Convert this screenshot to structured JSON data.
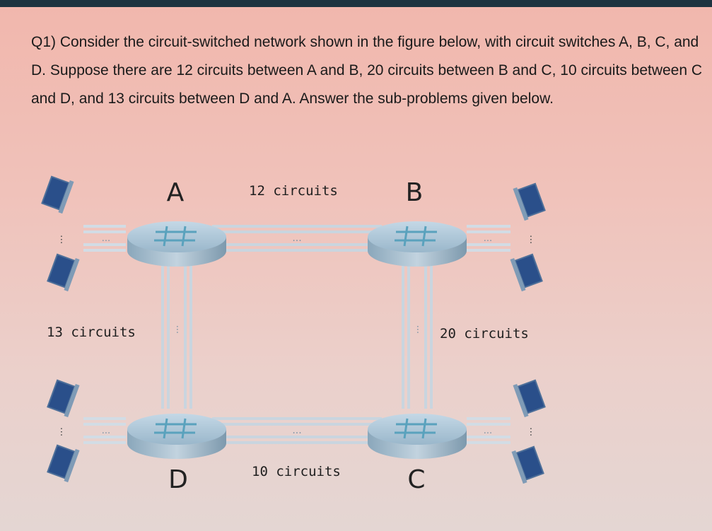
{
  "question": {
    "text": "Q1) Consider the circuit-switched network shown in the figure below, with circuit switches A, B, C, and D. Suppose there are 12 circuits between A and B, 20 circuits between B and C, 10 circuits between C and D, and 13 circuits between D and A. Answer the sub-problems given below."
  },
  "figure": {
    "nodes": {
      "a": "A",
      "b": "B",
      "c": "C",
      "d": "D"
    },
    "links": {
      "ab": "12 circuits",
      "bc": "20 circuits",
      "cd": "10 circuits",
      "da": "13 circuits"
    },
    "ellipsis": "..."
  },
  "colors": {
    "switch_top": "#a8c4d6",
    "switch_side": "#7f9fb5",
    "link_line": "#b8c7d4",
    "switch_glyph": "#5aa2bd",
    "laptop_screen": "#2a4f8a"
  }
}
